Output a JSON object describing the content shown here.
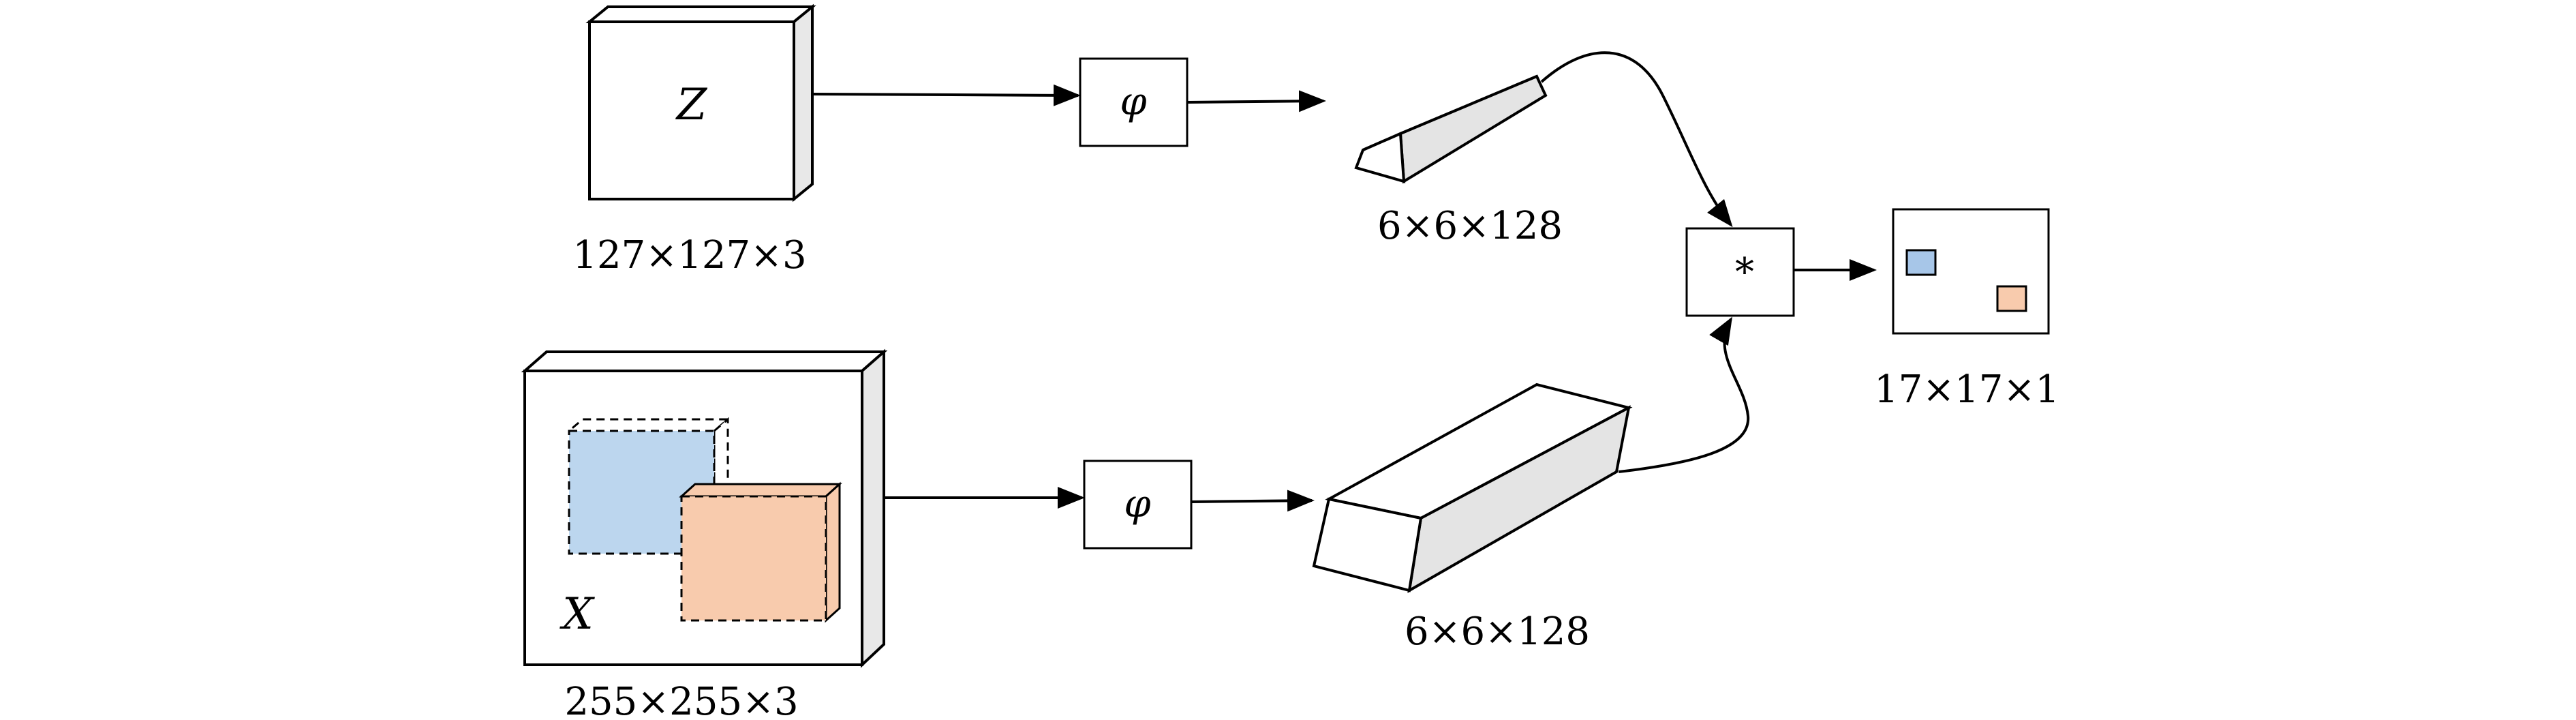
{
  "template": {
    "symbol": "Z",
    "size_label": "127×127×3"
  },
  "search": {
    "symbol": "X",
    "size_label": "255×255×3",
    "exemplar_box_color": "#bcd6ee",
    "candidate_box_color": "#f8cbad"
  },
  "embedding": {
    "symbol": "φ"
  },
  "template_features": {
    "size_label": "6×6×128"
  },
  "search_features": {
    "size_label": "6×6×128"
  },
  "correlation": {
    "symbol": "*"
  },
  "score_map": {
    "size_label": "17×17×1",
    "peak_colors": [
      "#a7c6e8",
      "#f8cbad"
    ]
  },
  "colors": {
    "stroke": "#000000",
    "side_face": "#e8e8e8",
    "background": "#ffffff"
  }
}
